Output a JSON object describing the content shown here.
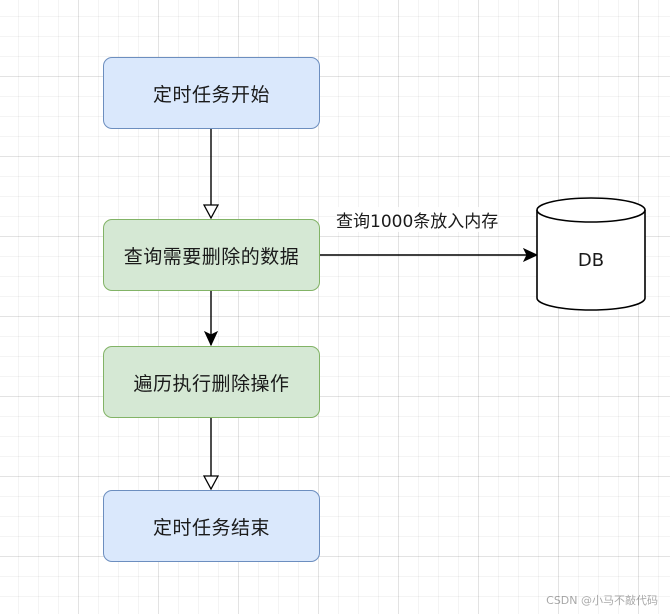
{
  "nodes": {
    "start": "定时任务开始",
    "query": "查询需要删除的数据",
    "loop": "遍历执行删除操作",
    "end": "定时任务结束",
    "db": "DB"
  },
  "edges": {
    "query_to_db_label": "查询1000条放入内存"
  },
  "watermark": "CSDN @小马不敲代码",
  "colors": {
    "blue_fill": "#dae8fc",
    "blue_stroke": "#6c8ebf",
    "green_fill": "#d5e8d4",
    "green_stroke": "#82b366",
    "edge": "#000000"
  }
}
